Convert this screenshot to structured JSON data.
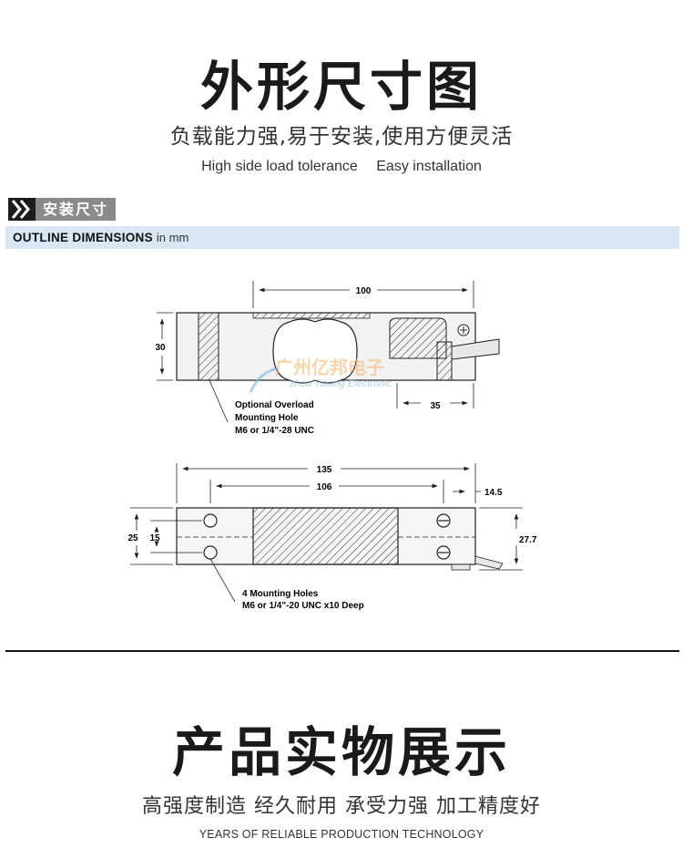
{
  "header": {
    "title": "外形尺寸图",
    "subtitle_cn": "负载能力强,易于安装,使用方便灵活",
    "subtitle_en_1": "High side load tolerance",
    "subtitle_en_2": "Easy installation"
  },
  "section": {
    "tag_label": "安装尺寸",
    "outline_label": "OUTLINE DIMENSIONS",
    "outline_unit": "in mm"
  },
  "drawing": {
    "dim_top_width": "100",
    "dim_height": "30",
    "dim_right_offset": "35",
    "overload_note_1": "Optional Overload",
    "overload_note_2": "Mounting Hole",
    "overload_note_3": "M6 or 1/4\"-28 UNC",
    "dim_total_length": "135",
    "dim_hole_spacing": "106",
    "dim_end_offset": "14.5",
    "dim_width": "25",
    "dim_inner_width": "15",
    "dim_height_side": "27.7",
    "mount_note_1": "4 Mounting Holes",
    "mount_note_2": "M6 or 1/4\"-20 UNC x10 Deep",
    "watermark_cn": "广州亿邦电子",
    "watermark_en": "zhou Yibang Electronic"
  },
  "footer": {
    "title": "产品实物展示",
    "subtitle_cn": "高强度制造 经久耐用 承受力强 加工精度好",
    "subtitle_en": "YEARS OF RELIABLE PRODUCTION TECHNOLOGY"
  }
}
